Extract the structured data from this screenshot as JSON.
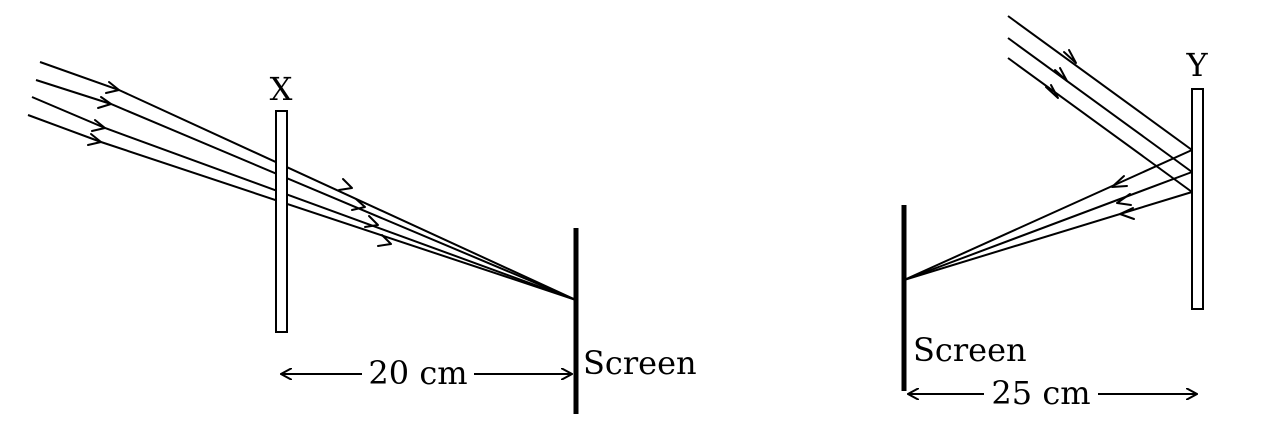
{
  "left_setup": {
    "element_label": "X",
    "screen_label": "Screen",
    "distance_label": "20 cm"
  },
  "right_setup": {
    "element_label": "Y",
    "screen_label": "Screen",
    "distance_label": "25 cm"
  }
}
